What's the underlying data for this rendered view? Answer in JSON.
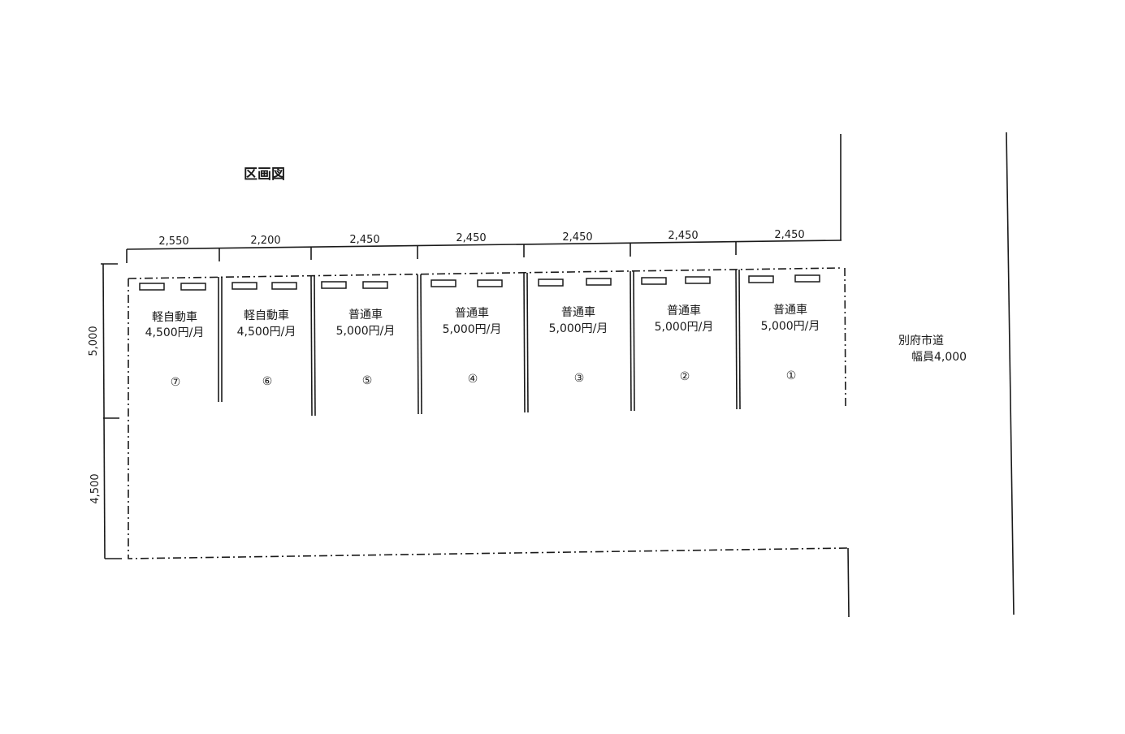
{
  "title": "区画図",
  "widths": [
    "2,550",
    "2,200",
    "2,450",
    "2,450",
    "2,450",
    "2,450",
    "2,450"
  ],
  "depths": [
    "5,000",
    "4,500"
  ],
  "spaces": [
    {
      "type": "軽自動車",
      "price": "4,500円/月",
      "number": "⑦"
    },
    {
      "type": "軽自動車",
      "price": "4,500円/月",
      "number": "⑥"
    },
    {
      "type": "普通車",
      "price": "5,000円/月",
      "number": "⑤"
    },
    {
      "type": "普通車",
      "price": "5,000円/月",
      "number": "④"
    },
    {
      "type": "普通車",
      "price": "5,000円/月",
      "number": "③"
    },
    {
      "type": "普通車",
      "price": "5,000円/月",
      "number": "②"
    },
    {
      "type": "普通車",
      "price": "5,000円/月",
      "number": "①"
    }
  ],
  "road": {
    "name": "別府市道",
    "width": "幅員4,000"
  }
}
